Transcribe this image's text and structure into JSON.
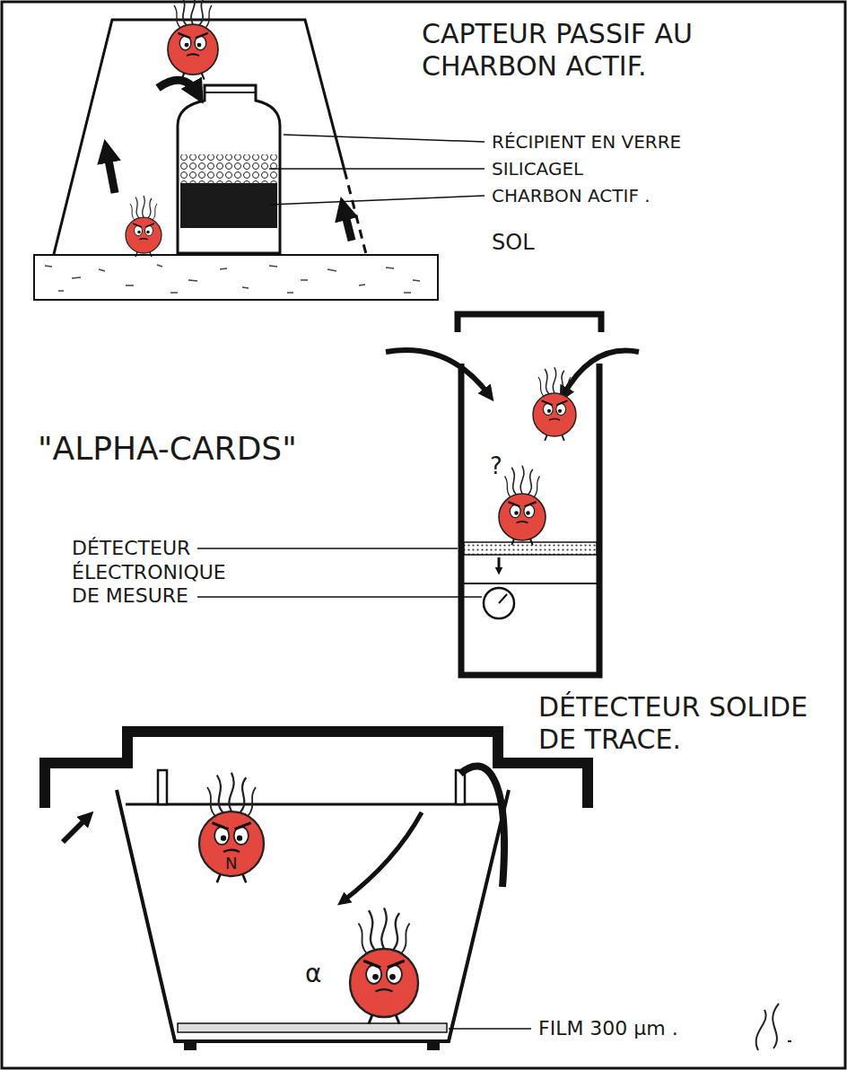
{
  "diagram": {
    "labels": [
      "CAPTEUR PASSIF AU CHARBON ACTIF.",
      "RÉCIPIENT EN VERRE",
      "SILICAGEL",
      "CHARBON ACTIF .",
      "SOL",
      "\"ALPHA-CARDS\"",
      "?",
      "DÉTECTEUR",
      "ÉLECTRONIQUE DE MESURE",
      "DÉTECTEUR SOLIDE DE TRACE.",
      "N",
      "α",
      "FILM 300 µm ."
    ]
  }
}
